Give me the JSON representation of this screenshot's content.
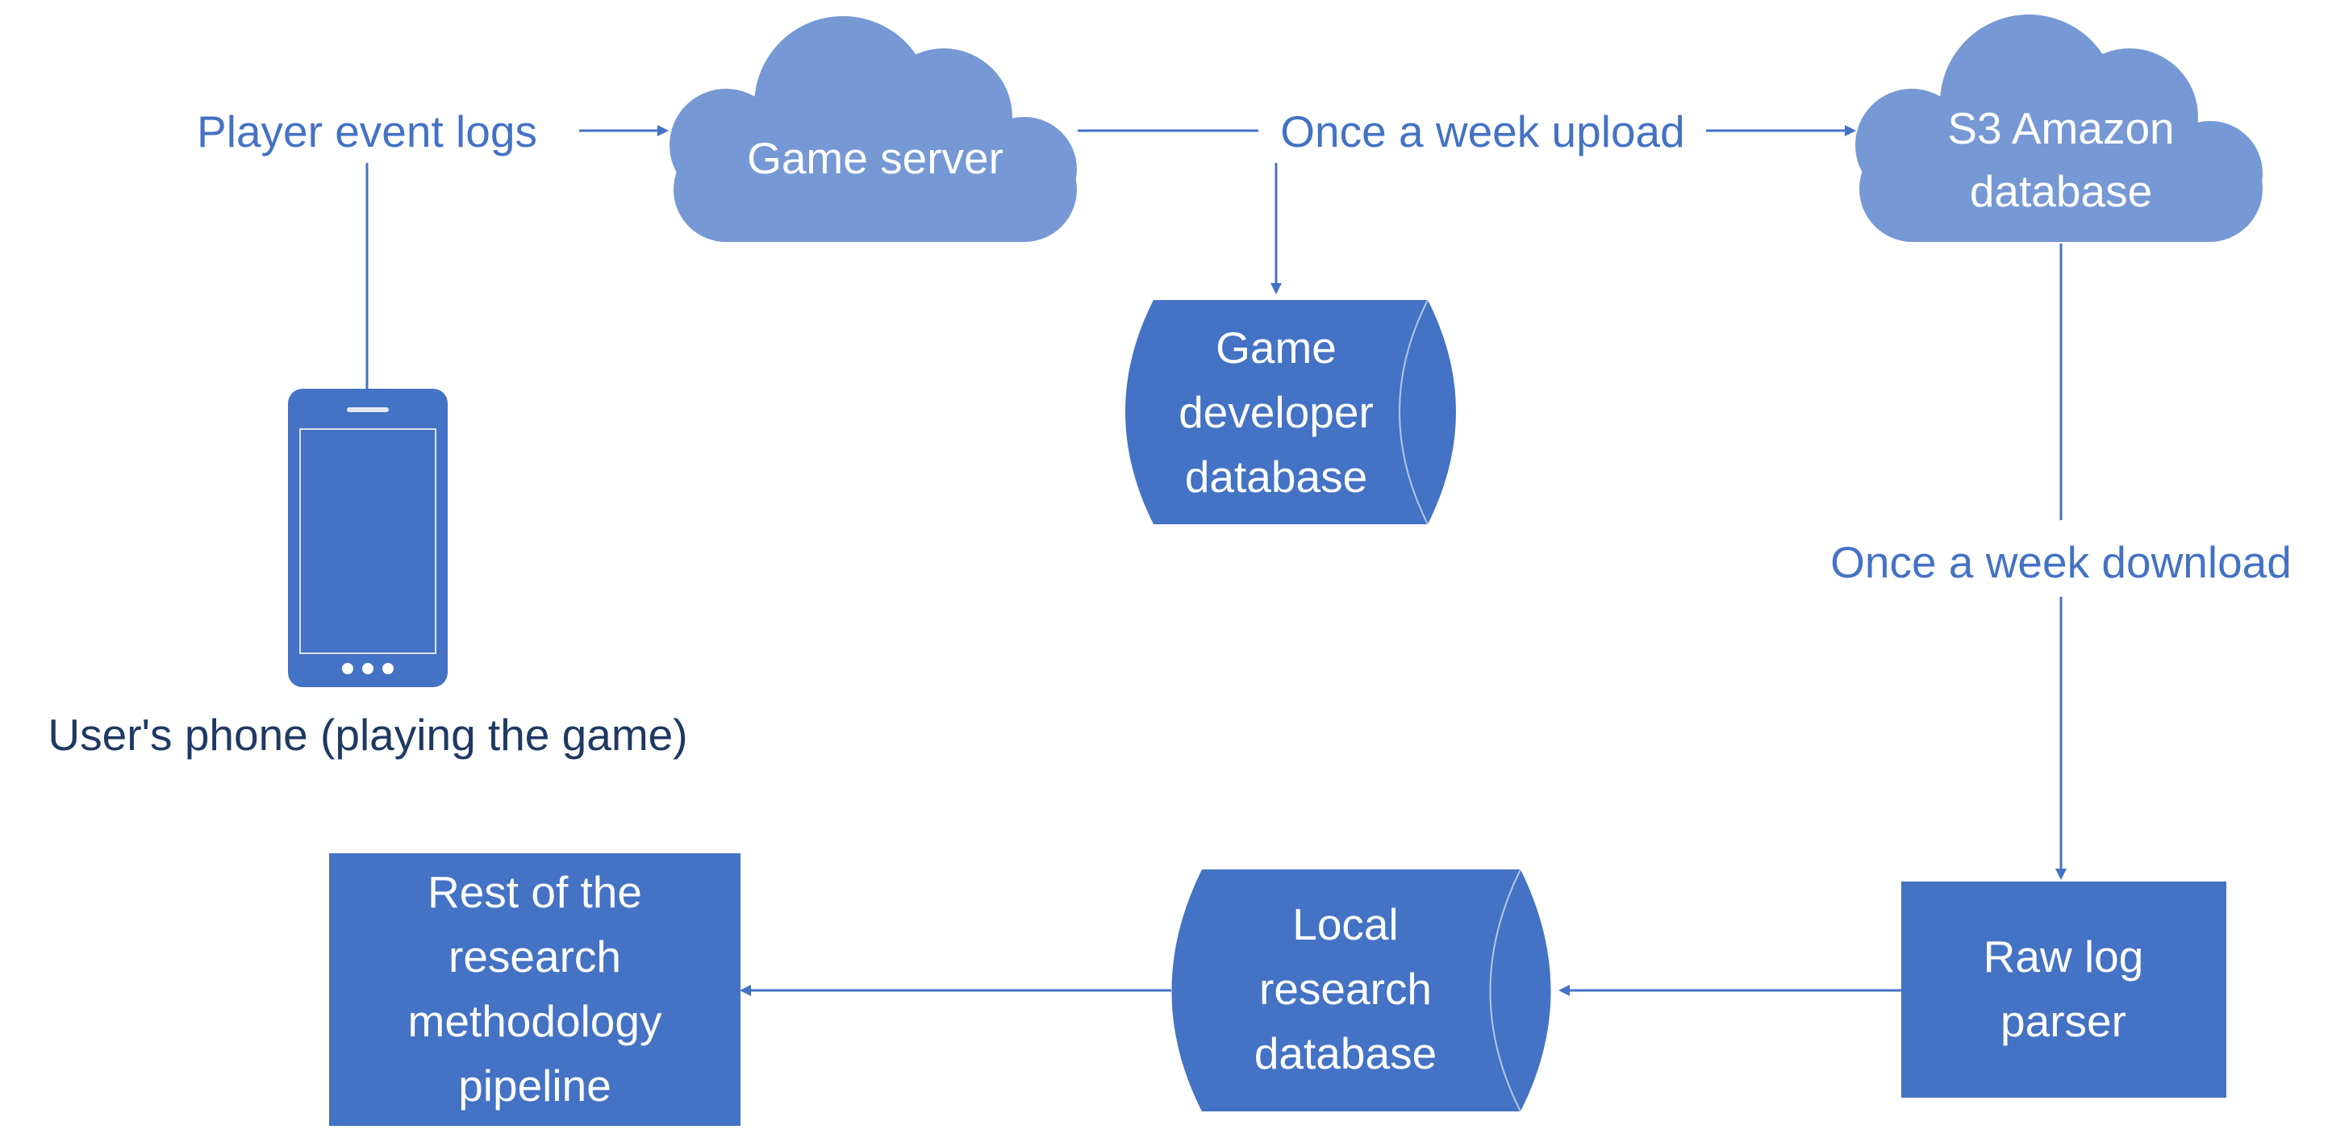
{
  "colors": {
    "cloud": "#7698D4",
    "shape": "#4472C4",
    "line": "#4472C4",
    "edge_label": "#4472C4",
    "caption": "#1F3864",
    "shape_text": "#FFFFFF"
  },
  "nodes": {
    "player_event_logs": "Player event logs",
    "game_server": "Game server",
    "s3": [
      "S3 Amazon",
      "database"
    ],
    "game_dev_db": [
      "Game",
      "developer",
      "database"
    ],
    "phone_caption": "User's phone (playing the game)",
    "raw_log_parser": [
      "Raw log",
      "parser"
    ],
    "local_db": [
      "Local",
      "research",
      "database"
    ],
    "rest_pipeline": [
      "Rest of the",
      "research",
      "methodology",
      "pipeline"
    ]
  },
  "edges": {
    "upload": "Once a week upload",
    "download": "Once a week download"
  },
  "icons": {
    "phone": "smartphone-icon",
    "cloud": "cloud-icon",
    "database": "database-icon"
  }
}
